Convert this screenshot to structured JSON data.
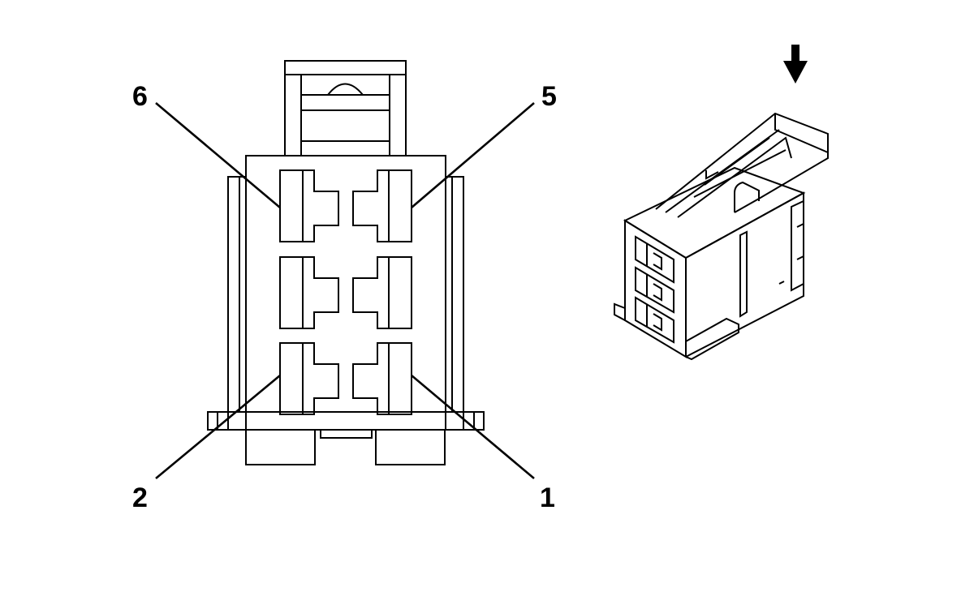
{
  "diagram": {
    "pin_labels": {
      "pin6": "6",
      "pin5": "5",
      "pin2": "2",
      "pin1": "1"
    },
    "insertion_arrow_icon": "down-arrow-icon",
    "colors": {
      "line": "#000000",
      "background": "#ffffff"
    }
  }
}
